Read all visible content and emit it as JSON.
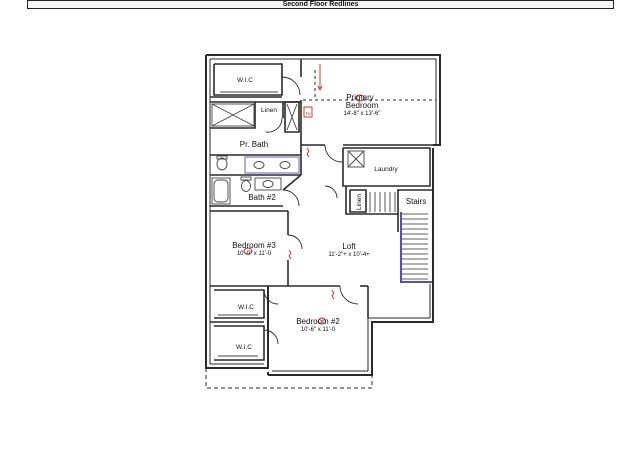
{
  "header": {
    "title": "Second Floor Redlines"
  },
  "rooms": {
    "wic_primary": "W.I.C",
    "primary_bedroom_line1": "Primary",
    "primary_bedroom_line2": "Bedroom",
    "primary_bedroom_dim": "14'-8\" x 13'-6\"",
    "linen_top": "Linen",
    "pr_bath": "Pr. Bath",
    "laundry": "Laundry",
    "linen_side": "Linen",
    "stairs": "Stairs",
    "bath2": "Bath #2",
    "bedroom3": "Bedroom #3",
    "bedroom3_dim": "10'-0\" x 11'-0",
    "loft": "Loft",
    "loft_dim": "11'-2\"+ x 10'-4+",
    "wic_mid": "W.I.C",
    "bedroom2": "Bedroom #2",
    "bedroom2_dim": "10'-6\" x 11'-0",
    "wic_bottom": "W.I.C"
  },
  "colors": {
    "wall": "#2a2a2a",
    "fixture": "#444444",
    "redline": "#d42020",
    "accent": "#5a4fb0",
    "tv": "#d42020"
  }
}
